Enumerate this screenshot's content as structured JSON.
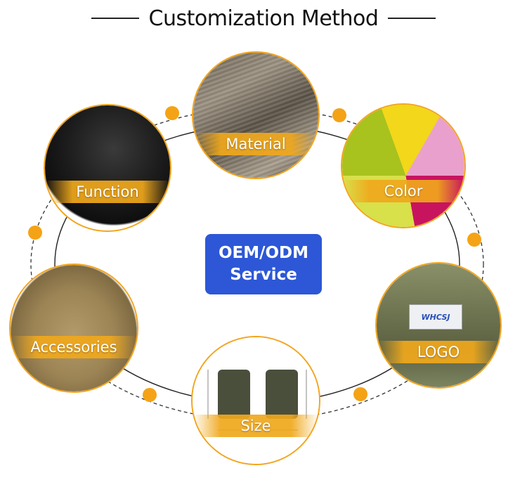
{
  "header": {
    "title": "Customization Method"
  },
  "center": {
    "line1": "OEM/ODM",
    "line2": "Service"
  },
  "nodes": {
    "material": {
      "label": "Material"
    },
    "color": {
      "label": "Color"
    },
    "function": {
      "label": "Function"
    },
    "logo": {
      "label": "LOGO",
      "patch_text": "WHCSJ"
    },
    "accessories": {
      "label": "Accessories"
    },
    "size": {
      "label": "Size"
    }
  },
  "colors": {
    "accent": "#f2a51e",
    "center_button": "#2d57d6",
    "band": "#f0a81c"
  },
  "icons": {
    "material": "fabric-swatch-image",
    "color": "colored-fabric-image",
    "function": "black-plate-carrier-image",
    "logo": "green-vest-with-patch-image",
    "accessories": "tan-leg-holster-image",
    "size": "vest-dimension-diagram-image"
  }
}
